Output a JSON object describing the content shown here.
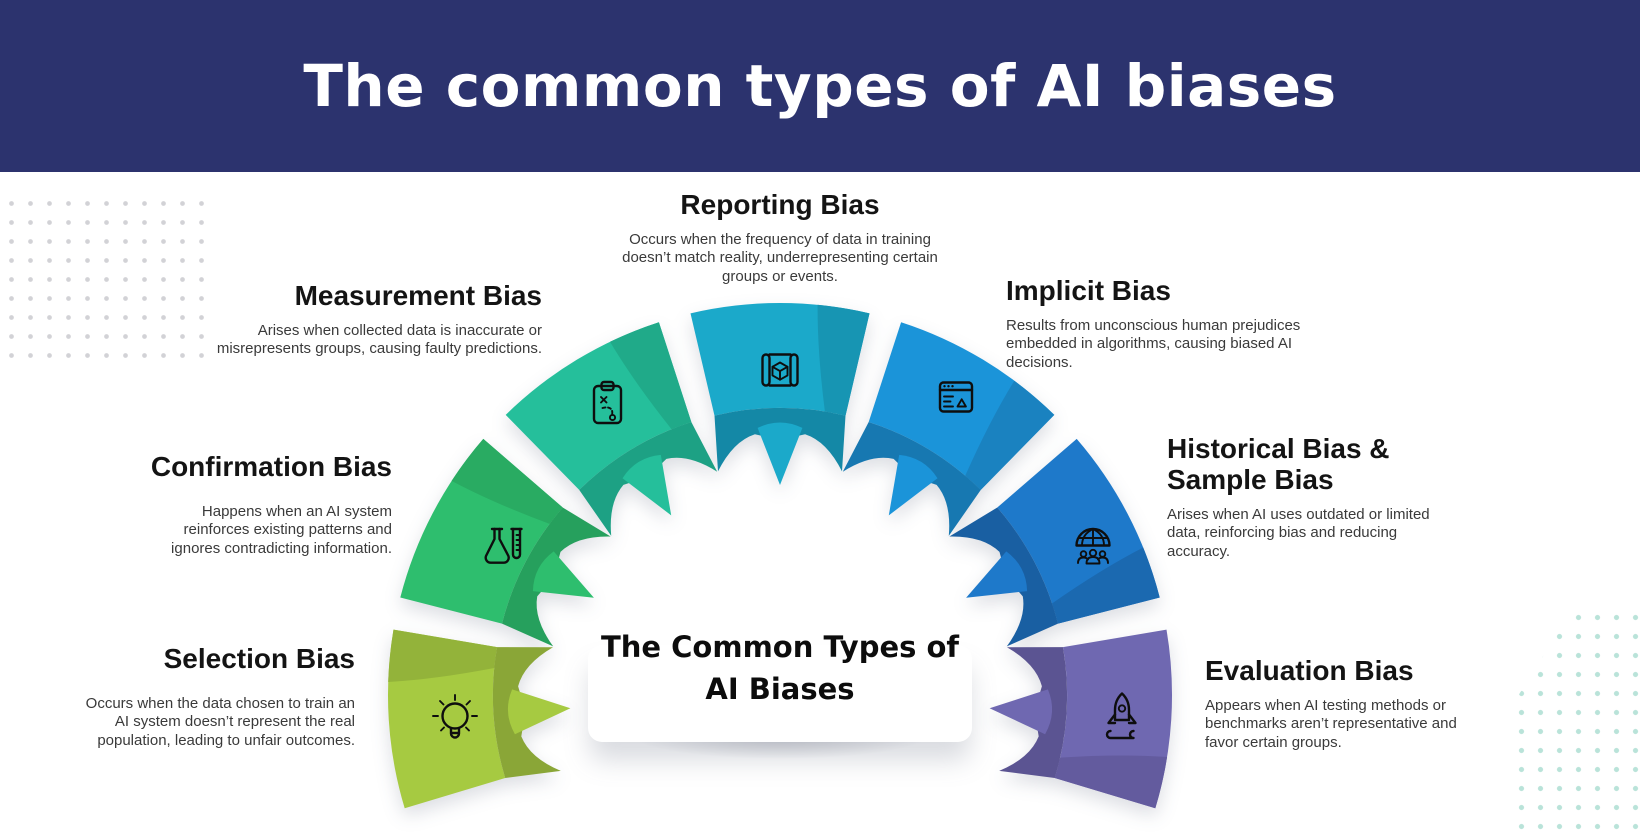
{
  "header": {
    "title": "The common types of AI biases",
    "bg_color": "#2c336e",
    "text_color": "#ffffff"
  },
  "center": {
    "line1": "The Common Types of",
    "line2": "AI Biases"
  },
  "items": [
    {
      "id": "selection",
      "title": "Selection Bias",
      "description": "Occurs when the data chosen to train an AI system doesn’t represent the real population, leading to unfair outcomes.",
      "icon": "lightbulb-icon",
      "colors": {
        "main": "#a6ca41",
        "mid": "#93b33a",
        "dark": "#8aa637"
      }
    },
    {
      "id": "confirmation",
      "title": "Confirmation Bias",
      "description": "Happens when an AI system reinforces existing patterns and ignores contradicting information.",
      "icon": "flask-icon",
      "colors": {
        "main": "#2ebe6e",
        "mid": "#29ab62",
        "dark": "#26a05d"
      }
    },
    {
      "id": "measurement",
      "title": "Measurement Bias",
      "description": "Arises when collected data is inaccurate or misrepresents groups, causing faulty predictions.",
      "icon": "clipboard-strategy-icon",
      "colors": {
        "main": "#25bf9b",
        "mid": "#20aa89",
        "dark": "#1da184"
      }
    },
    {
      "id": "reporting",
      "title": "Reporting Bias",
      "description": "Occurs when the frequency of data in training doesn’t match reality, underrepresenting certain groups or events.",
      "icon": "scroll-cube-icon",
      "colors": {
        "main": "#1ba9ca",
        "mid": "#1795b3",
        "dark": "#1488a6"
      }
    },
    {
      "id": "implicit",
      "title": "Implicit Bias",
      "description": "Results from unconscious human prejudices embedded in algorithms, causing biased AI decisions.",
      "icon": "browser-chart-icon",
      "colors": {
        "main": "#1b94d9",
        "mid": "#1a82c0",
        "dark": "#1778b1"
      }
    },
    {
      "id": "historical",
      "title": "Historical Bias & Sample Bias",
      "description": "Arises when AI uses outdated or limited data, reinforcing bias and reducing accuracy.",
      "icon": "globe-team-icon",
      "colors": {
        "main": "#1e79ca",
        "mid": "#1b69b0",
        "dark": "#195fa2"
      }
    },
    {
      "id": "evaluation",
      "title": "Evaluation Bias",
      "description": "Appears when AI testing methods or benchmarks aren’t representative and favor certain groups.",
      "icon": "rocket-icon",
      "colors": {
        "main": "#6f68b1",
        "mid": "#635b9e",
        "dark": "#5b5492"
      }
    }
  ],
  "decor": {
    "dot_color_top_left": "#d2d2d6",
    "dot_color_bottom_right": "#b9e3d9"
  }
}
